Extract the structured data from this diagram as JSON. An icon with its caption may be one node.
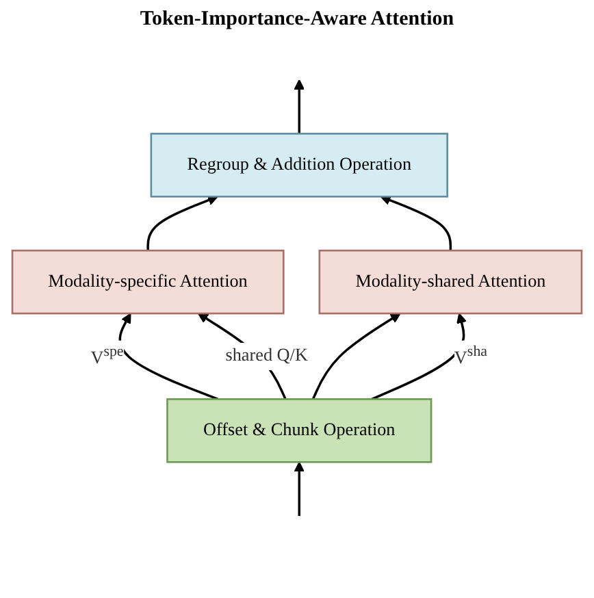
{
  "diagram": {
    "title": "Token-Importance-Aware Attention",
    "nodes": [
      {
        "text": [
          "Regroup & Addition Operation"
        ]
      },
      {
        "text": [
          "Modality-specific Attention"
        ]
      },
      {
        "text": [
          "Modality-shared Attention"
        ]
      },
      {
        "text": [
          "Offset & Chunk Operation"
        ]
      }
    ],
    "edges": [
      {
        "from": null,
        "to": 3,
        "arrow": "to"
      },
      {
        "from": 3,
        "to": 1,
        "arrow": "to",
        "label": "V$^{spe}$"
      },
      {
        "from": 3,
        "to": 1,
        "arrow": "to",
        "label": "shared Q/K"
      },
      {
        "from": 3,
        "to": 2,
        "arrow": "to"
      },
      {
        "from": 3,
        "to": 2,
        "arrow": "to",
        "label": "V$^{sha}$"
      },
      {
        "from": 1,
        "to": 0,
        "arrow": "to"
      },
      {
        "from": 2,
        "to": 0,
        "arrow": "to"
      },
      {
        "from": 0,
        "to": null,
        "arrow": "to"
      }
    ]
  }
}
